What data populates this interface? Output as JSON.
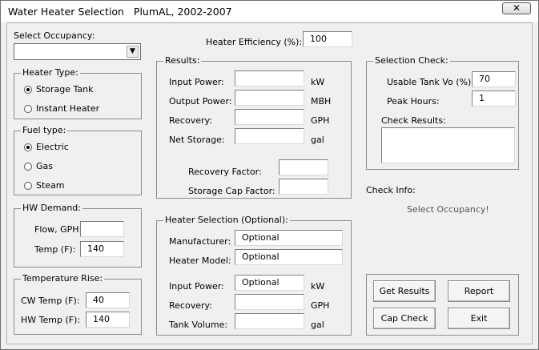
{
  "window": {
    "title": "Water Heater Selection   PlumAL, 2002-2007",
    "close_label": "✕"
  },
  "occupancy": {
    "label": "Select Occupancy:",
    "value": ""
  },
  "heater_efficiency": {
    "label": "Heater Efficiency (%):",
    "value": "100"
  },
  "heater_type": {
    "legend": "Heater Type:",
    "options": [
      "Storage Tank",
      "Instant Heater"
    ],
    "selected": "Storage Tank"
  },
  "fuel_type": {
    "legend": "Fuel type:",
    "options": [
      "Electric",
      "Gas",
      "Steam"
    ],
    "selected": "Electric"
  },
  "hw_demand": {
    "legend": "HW Demand:",
    "flow_label": "Flow, GPH:",
    "flow_value": "",
    "temp_label": "Temp (F):",
    "temp_value": "140"
  },
  "temperature_rise": {
    "legend": "Temperature Rise:",
    "cw_label": "CW Temp (F):",
    "cw_value": "40",
    "hw_label": "HW Temp (F):",
    "hw_value": "140"
  },
  "results": {
    "legend": "Results:",
    "rows": [
      {
        "label": "Input Power:",
        "value": "",
        "unit": "kW"
      },
      {
        "label": "Output Power:",
        "value": "",
        "unit": "MBH"
      },
      {
        "label": "Recovery:",
        "value": "",
        "unit": "GPH"
      },
      {
        "label": "Net Storage:",
        "value": "",
        "unit": "gal"
      }
    ],
    "recovery_factor_label": "Recovery Factor:",
    "recovery_factor_value": "",
    "storage_cap_label": "Storage Cap Factor:",
    "storage_cap_value": ""
  },
  "heater_selection": {
    "legend": "Heater Selection (Optional):",
    "manufacturer_label": "Manufacturer:",
    "manufacturer_value": "Optional",
    "model_label": "Heater Model:",
    "model_value": "Optional",
    "input_power_label": "Input Power:",
    "input_power_value": "Optional",
    "input_power_unit": "kW",
    "recovery_label": "Recovery:",
    "recovery_value": "",
    "recovery_unit": "GPH",
    "tank_label": "Tank Volume:",
    "tank_value": "",
    "tank_unit": "gal"
  },
  "selection_check": {
    "legend": "Selection Check:",
    "usable_label": "Usable Tank Vo (%):",
    "usable_value": "70",
    "peak_label": "Peak Hours:",
    "peak_value": "1",
    "check_results_label": "Check Results:",
    "check_results_value": ""
  },
  "check_info": {
    "label": "Check Info:",
    "message": "Select Occupancy!"
  },
  "buttons": {
    "get_results": "Get Results",
    "report": "Report",
    "cap_check": "Cap Check",
    "exit": "Exit"
  }
}
